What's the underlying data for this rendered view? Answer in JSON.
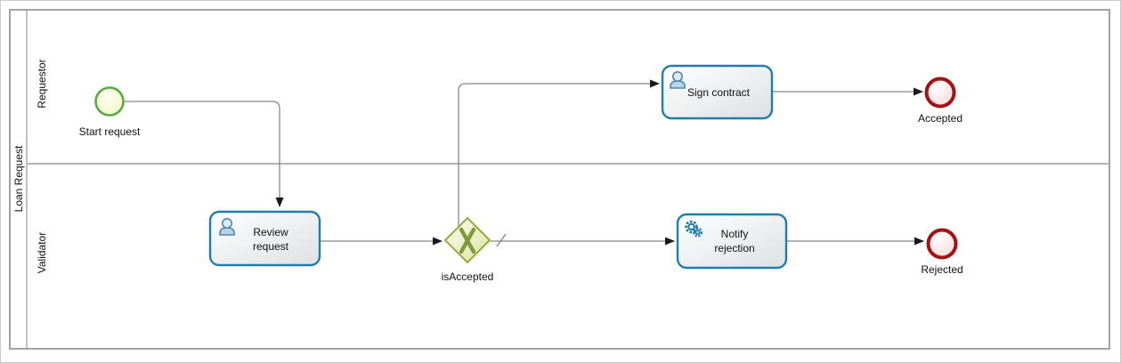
{
  "pool": {
    "label": "Loan Request"
  },
  "lanes": [
    {
      "label": "Requestor"
    },
    {
      "label": "Validator"
    }
  ],
  "nodes": {
    "start_event": {
      "label": "Start request",
      "type": "start-event"
    },
    "review_task": {
      "label": "Review request",
      "label_line1": "Review",
      "label_line2": "request",
      "type": "user-task",
      "icon": "user-icon"
    },
    "gateway": {
      "label": "isAccepted",
      "type": "exclusive-gateway",
      "marker": "X"
    },
    "sign_task": {
      "label": "Sign contract",
      "type": "user-task",
      "icon": "user-icon"
    },
    "notify_task": {
      "label": "Notify rejection",
      "label_line1": "Notify",
      "label_line2": "rejection",
      "type": "service-task",
      "icon": "gears-icon"
    },
    "end_accepted": {
      "label": "Accepted",
      "type": "end-event"
    },
    "end_rejected": {
      "label": "Rejected",
      "type": "end-event"
    }
  },
  "flows": [
    {
      "from": "start_event",
      "to": "review_task"
    },
    {
      "from": "review_task",
      "to": "gateway"
    },
    {
      "from": "gateway",
      "to": "sign_task"
    },
    {
      "from": "sign_task",
      "to": "end_accepted"
    },
    {
      "from": "gateway",
      "to": "notify_task",
      "default_flow": true
    },
    {
      "from": "notify_task",
      "to": "end_rejected"
    }
  ],
  "colors": {
    "task_border": "#1f7eac",
    "task_fill_end": "#dde1e4",
    "user_icon": "#4d87ad",
    "user_icon_fill": "#b7d2e5",
    "gear_icon": "#1a79ad",
    "gateway_border": "#9aa73d",
    "gateway_x": "#7d9d3c",
    "gateway_fill_end": "#dce3a4",
    "start_border": "#57ab3f",
    "start_fill": "#f4f7c8",
    "end_border": "#a21313",
    "end_fill": "#ffd9d9",
    "flow_line": "#888888",
    "arrowhead": "#1a1a1a",
    "pool_border": "#999999",
    "lane_divider": "#b3b3b3"
  }
}
